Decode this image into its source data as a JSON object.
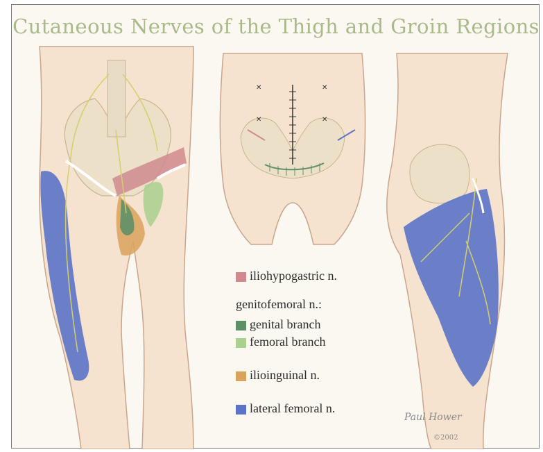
{
  "title": "Cutaneous Nerves of the Thigh and Groin Regions",
  "legend": {
    "items": [
      {
        "label": "iliohypogastric n.",
        "color": "#d08a8f"
      },
      {
        "label": "genitofemoral n.:",
        "color": ""
      },
      {
        "label": "genital branch",
        "color": "#5f8f66"
      },
      {
        "label": "femoral branch",
        "color": "#a9d08e"
      },
      {
        "label": "ilioinguinal n.",
        "color": "#d9a35c"
      },
      {
        "label": "lateral femoral n.",
        "color": "#5c73c8"
      }
    ]
  },
  "signature": {
    "name": "Paul Hower",
    "year": "©2002"
  },
  "colors": {
    "skin": "#f6e3cf",
    "skin_outline": "#c9a58a",
    "bone": "#e8dcc6",
    "nerve": "#d4cf6a"
  }
}
